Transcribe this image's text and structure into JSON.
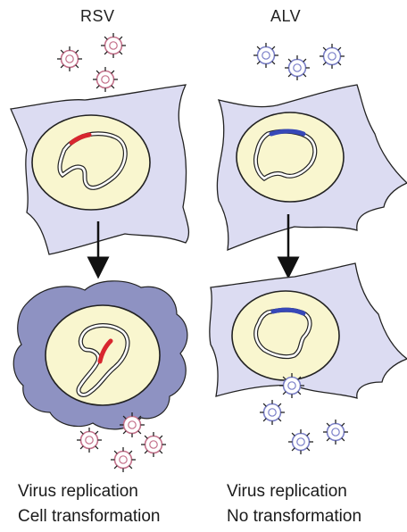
{
  "left": {
    "title": "RSV",
    "caption_line1": "Virus replication",
    "caption_line2": "Cell transformation",
    "gene_color": "#d8262e",
    "virus_color": "#c4708a"
  },
  "right": {
    "title": "ALV",
    "caption_line1": "Virus replication",
    "caption_line2": "No transformation",
    "gene_color": "#3748b8",
    "virus_color": "#7a7fc8"
  },
  "colors": {
    "cell_fill": "#dcdcf2",
    "transformed_cell_fill": "#8e92c2",
    "nucleus_fill": "#f9f6cf",
    "outline": "#222222"
  },
  "icons": [
    "virus-particle-icon",
    "down-arrow-icon"
  ]
}
